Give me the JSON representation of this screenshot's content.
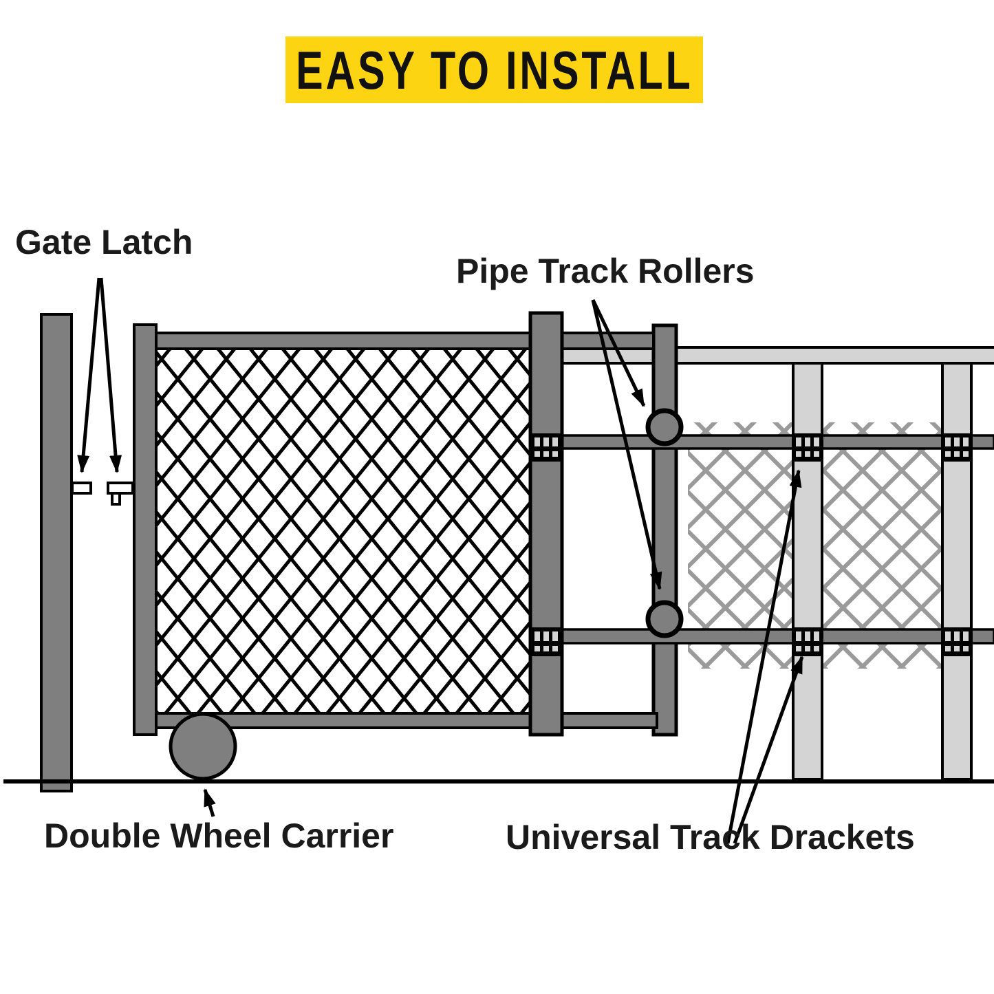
{
  "banner": {
    "title": "EASY TO INSTALL",
    "bg_color": "#FCD411",
    "text_color": "#111111"
  },
  "labels": {
    "gate_latch": "Gate Latch",
    "pipe_track_rollers": "Pipe Track Rollers",
    "double_wheel_carrier": "Double Wheel Carrier",
    "universal_track_drackets": "Universal Track Drackets"
  },
  "diagram": {
    "type": "installation-diagram",
    "parts": [
      {
        "name": "Gate Latch",
        "callout_arrows": 2
      },
      {
        "name": "Pipe Track Rollers",
        "callout_arrows": 2
      },
      {
        "name": "Double Wheel Carrier",
        "callout_arrows": 1
      },
      {
        "name": "Universal Track Drackets",
        "callout_arrows": 2
      }
    ]
  },
  "colors": {
    "background": "#ffffff",
    "frame_dark_gray": "#7f7f7f",
    "track_light_gray": "#d4d4d4",
    "behind_fence_mesh_gray": "#9a9a9a",
    "outline_black": "#000000",
    "latch_white": "#ffffff"
  }
}
